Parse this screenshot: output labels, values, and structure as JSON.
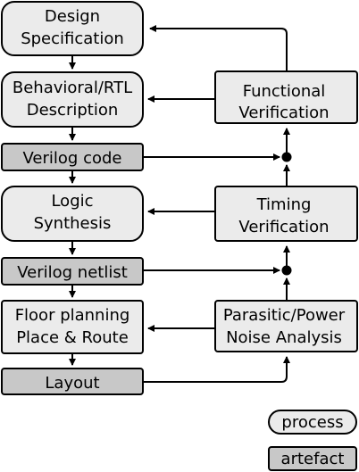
{
  "colors": {
    "process_fill": "#ebebeb",
    "artefact_fill": "#c8c8c8",
    "stroke": "#000000"
  },
  "nodes": {
    "design_spec": {
      "kind": "process",
      "lines": [
        "Design",
        "Specification"
      ]
    },
    "behavioral_rtl": {
      "kind": "process",
      "lines": [
        "Behavioral/RTL",
        "Description"
      ]
    },
    "verilog_code": {
      "kind": "artefact",
      "lines": [
        "Verilog code"
      ]
    },
    "logic_synthesis": {
      "kind": "process",
      "lines": [
        "Logic",
        "Synthesis"
      ]
    },
    "verilog_netlist": {
      "kind": "artefact",
      "lines": [
        "Verilog netlist"
      ]
    },
    "floor_planning": {
      "kind": "process",
      "lines": [
        "Floor planning",
        "Place & Route"
      ]
    },
    "layout": {
      "kind": "artefact",
      "lines": [
        "Layout"
      ]
    },
    "functional_verif": {
      "kind": "verify",
      "lines": [
        "Functional",
        "Verification"
      ]
    },
    "timing_verif": {
      "kind": "verify",
      "lines": [
        "Timing",
        "Verification"
      ]
    },
    "parasitic_power": {
      "kind": "verify",
      "lines": [
        "Parasitic/Power",
        "Noise Analysis"
      ]
    }
  },
  "legend": {
    "process": "process",
    "artefact": "artefact"
  }
}
